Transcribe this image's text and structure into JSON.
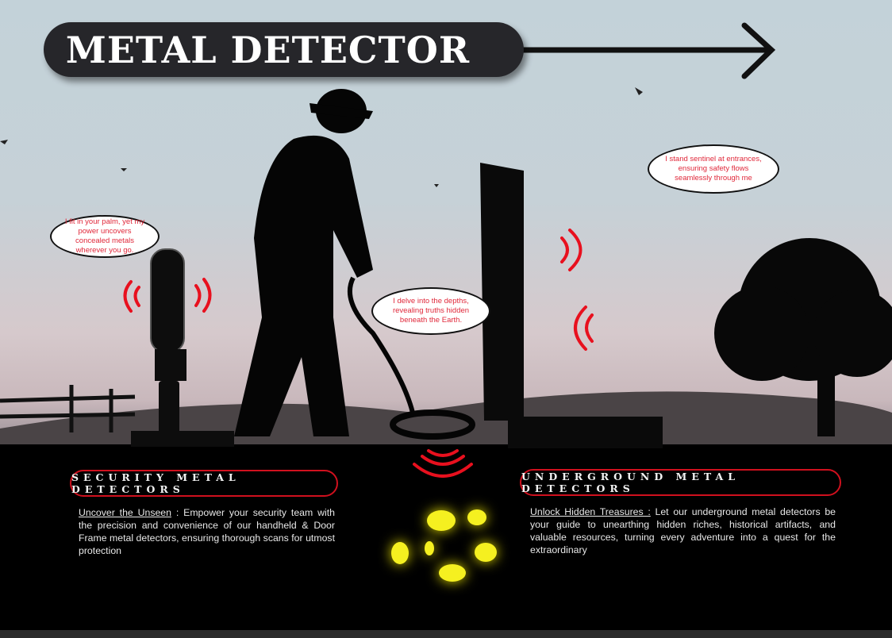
{
  "title": "METAL DETECTOR",
  "bubbles": {
    "handheld": "I fit in your palm, yet my power uncovers concealed metals wherever you go.",
    "underground": "I delve into the depths, revealing truths hidden beneath the Earth.",
    "door_frame": "I stand sentinel at entrances, ensuring safety flows seamlessly through me"
  },
  "sections": [
    {
      "heading": "SECURITY METAL DETECTORS",
      "lead": "Uncover the Unseen",
      "text": " : Empower your security team with the precision and convenience of our handheld & Door Frame metal detectors, ensuring thorough scans for utmost protection"
    },
    {
      "heading": "UNDERGROUND METAL DETECTORS",
      "lead": "Unlock Hidden Treasures :",
      "text": " Let our underground metal detectors be your guide to unearthing hidden riches, historical artifacts, and valuable resources, turning every adventure into a quest for the extraordinary"
    }
  ],
  "colors": {
    "accent": "#d0101e",
    "gold": "#f5f020"
  }
}
